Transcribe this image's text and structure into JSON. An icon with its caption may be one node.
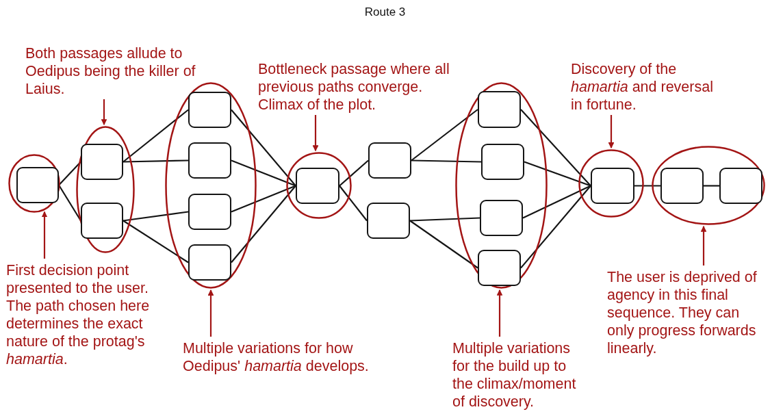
{
  "diagram": {
    "title": "Route 3",
    "nodes": [
      {
        "text": [],
        "shape": "ellipse"
      },
      {
        "text": [],
        "shape": "box",
        "in": 0
      },
      {
        "text": [],
        "shape": "ellipse"
      },
      {
        "text": [],
        "shape": "box",
        "in": 2
      },
      {
        "text": [],
        "shape": "box",
        "in": 2
      },
      {
        "text": [],
        "shape": "ellipse"
      },
      {
        "text": [],
        "shape": "box",
        "in": 5
      },
      {
        "text": [],
        "shape": "box",
        "in": 5
      },
      {
        "text": [],
        "shape": "box",
        "in": 5
      },
      {
        "text": [],
        "shape": "box",
        "in": 5
      },
      {
        "text": [],
        "shape": "ellipse"
      },
      {
        "text": [],
        "shape": "box",
        "in": 10
      },
      {
        "text": [],
        "shape": "box"
      },
      {
        "text": [],
        "shape": "box"
      },
      {
        "text": [],
        "shape": "ellipse"
      },
      {
        "text": [],
        "shape": "box",
        "in": 14
      },
      {
        "text": [],
        "shape": "box",
        "in": 14
      },
      {
        "text": [],
        "shape": "box",
        "in": 14
      },
      {
        "text": [],
        "shape": "box",
        "in": 14
      },
      {
        "text": [],
        "shape": "ellipse"
      },
      {
        "text": [],
        "shape": "box",
        "in": 19
      },
      {
        "text": [],
        "shape": "ellipse"
      },
      {
        "text": [],
        "shape": "box",
        "in": 21
      },
      {
        "text": [],
        "shape": "box",
        "in": 21
      },
      {
        "text": [
          "Both passages allude to Oedipus being the killer of Laius."
        ]
      },
      {
        "text": [
          "Bottleneck passage where all previous paths converge. Climax of the plot."
        ]
      },
      {
        "text": [
          "Discovery of the *hamartia* and reversal in fortune."
        ]
      },
      {
        "text": [
          "First decision point presented to the user. The path chosen here determines the exact nature of the protag's *hamartia*."
        ]
      },
      {
        "text": [
          "Multiple variations for how Oedipus' *hamartia* develops."
        ]
      },
      {
        "text": [
          "Multiple variations for the build up to the climax/moment of discovery."
        ]
      },
      {
        "text": [
          "The user is deprived of agency in this final sequence. They can only progress forwards linearly."
        ]
      }
    ],
    "edges": [
      {
        "from": 1,
        "to": 3,
        "arrow": "none"
      },
      {
        "from": 1,
        "to": 4,
        "arrow": "none"
      },
      {
        "from": 3,
        "to": 6,
        "arrow": "none"
      },
      {
        "from": 3,
        "to": 7,
        "arrow": "none"
      },
      {
        "from": 4,
        "to": 8,
        "arrow": "none"
      },
      {
        "from": 4,
        "to": 9,
        "arrow": "none"
      },
      {
        "from": 6,
        "to": 11,
        "arrow": "none"
      },
      {
        "from": 7,
        "to": 11,
        "arrow": "none"
      },
      {
        "from": 8,
        "to": 11,
        "arrow": "none"
      },
      {
        "from": 9,
        "to": 11,
        "arrow": "none"
      },
      {
        "from": 11,
        "to": 12,
        "arrow": "none"
      },
      {
        "from": 11,
        "to": 13,
        "arrow": "none"
      },
      {
        "from": 12,
        "to": 15,
        "arrow": "none"
      },
      {
        "from": 12,
        "to": 16,
        "arrow": "none"
      },
      {
        "from": 13,
        "to": 17,
        "arrow": "none"
      },
      {
        "from": 13,
        "to": 18,
        "arrow": "none"
      },
      {
        "from": 15,
        "to": 20,
        "arrow": "none"
      },
      {
        "from": 16,
        "to": 20,
        "arrow": "none"
      },
      {
        "from": 17,
        "to": 20,
        "arrow": "none"
      },
      {
        "from": 18,
        "to": 20,
        "arrow": "none"
      },
      {
        "from": 20,
        "to": 22,
        "arrow": "none"
      },
      {
        "from": 22,
        "to": 23,
        "arrow": "none"
      },
      {
        "from": 24,
        "to": 2,
        "arrow": "to",
        "color": "#a31515"
      },
      {
        "from": 25,
        "to": 10,
        "arrow": "to",
        "color": "#a31515"
      },
      {
        "from": 26,
        "to": 19,
        "arrow": "to",
        "color": "#a31515"
      },
      {
        "from": 27,
        "to": 0,
        "arrow": "to",
        "color": "#a31515"
      },
      {
        "from": 28,
        "to": 5,
        "arrow": "to",
        "color": "#a31515"
      },
      {
        "from": 29,
        "to": 14,
        "arrow": "to",
        "color": "#a31515"
      },
      {
        "from": 30,
        "to": 21,
        "arrow": "to",
        "color": "#a31515"
      }
    ]
  }
}
